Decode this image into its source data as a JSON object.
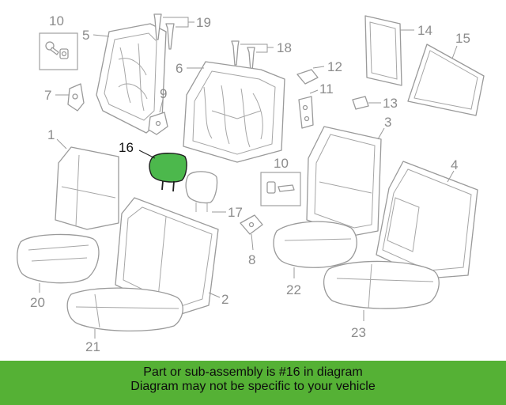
{
  "diagram": {
    "highlight_color": "#4cb84c",
    "highlighted_part": "16",
    "callouts": {
      "c1": "1",
      "c2": "2",
      "c3": "3",
      "c4": "4",
      "c5": "5",
      "c6": "6",
      "c7": "7",
      "c8": "8",
      "c9": "9",
      "c10a": "10",
      "c10b": "10",
      "c11": "11",
      "c12": "12",
      "c13": "13",
      "c14": "14",
      "c15": "15",
      "c16": "16",
      "c17": "17",
      "c18": "18",
      "c19": "19",
      "c20": "20",
      "c21": "21",
      "c22": "22",
      "c23": "23"
    }
  },
  "banner": {
    "background": "#55b135",
    "line1": "Part or sub-assembly is #16 in diagram",
    "line2": "Diagram may not be specific to your vehicle"
  }
}
